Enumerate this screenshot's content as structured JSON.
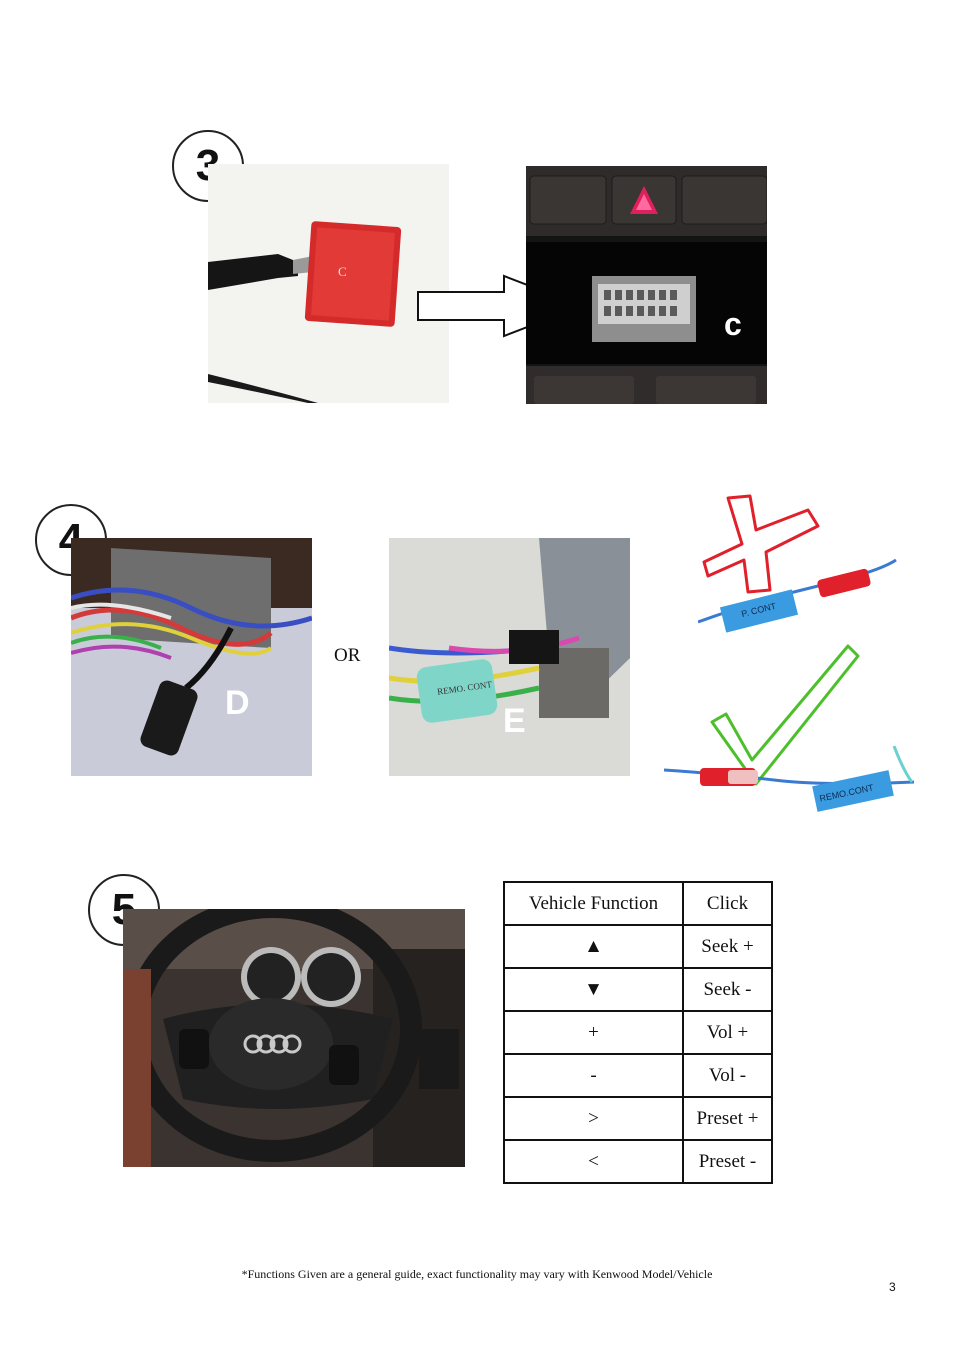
{
  "steps": {
    "s3": {
      "number": "3",
      "connector_label": "C",
      "socket_label": "c"
    },
    "s4": {
      "number": "4",
      "photo_d_label": "D",
      "or_text": "OR",
      "photo_e_label": "E",
      "tag_e": "REMO. CONT",
      "wrong_tag": "P. CONT",
      "right_tag": "REMO.CONT"
    },
    "s5": {
      "number": "5"
    }
  },
  "function_table": {
    "header": [
      "Vehicle Function",
      "Click"
    ],
    "rows": [
      [
        "▲",
        "Seek +"
      ],
      [
        "▼",
        "Seek -"
      ],
      [
        "+",
        "Vol +"
      ],
      [
        "-",
        "Vol -"
      ],
      [
        ">",
        "Preset +"
      ],
      [
        "<",
        "Preset -"
      ]
    ]
  },
  "footnote": "*Functions Given are a general guide, exact functionality may vary with Kenwood Model/Vehicle",
  "page_number": "3",
  "colors": {
    "wrong_mark": "#e0202a",
    "right_mark": "#4cbf2a",
    "tag_blue": "#3b9be0",
    "tag_teal": "#7fd6c8"
  }
}
